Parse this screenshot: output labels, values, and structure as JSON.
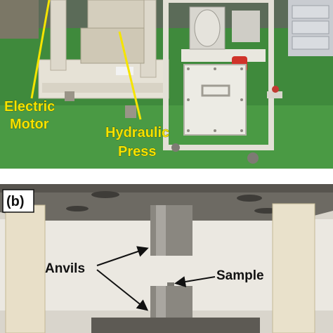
{
  "panel_a": {
    "label_electric_line1": "Electric",
    "label_electric_line2": "Motor",
    "label_hydraulic_line1": "Hydraulic",
    "label_hydraulic_line2": "Press",
    "label_color": "#f5e400"
  },
  "panel_b": {
    "tag": "(b)",
    "label_anvils": "Anvils",
    "label_sample": "Sample"
  }
}
